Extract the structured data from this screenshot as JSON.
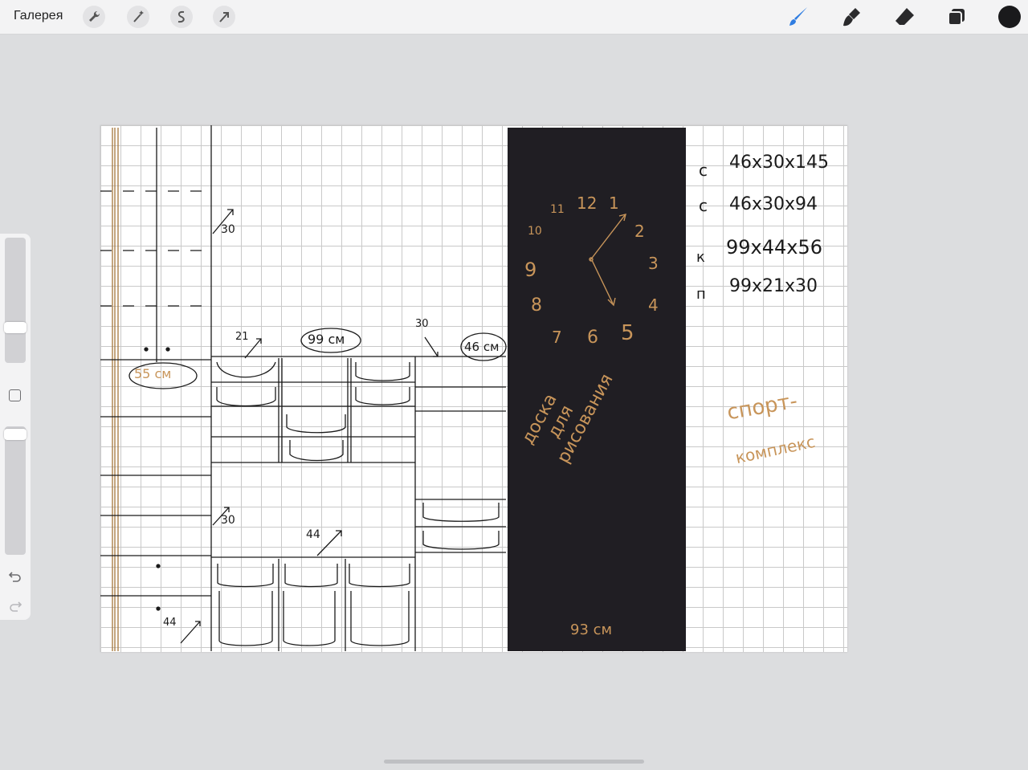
{
  "toolbar": {
    "gallery_label": "Галерея",
    "left_tools": [
      "wrench-icon",
      "magic-wand-icon",
      "selection-icon",
      "transform-arrow-icon"
    ],
    "right_tools": [
      "brush-icon",
      "smudge-icon",
      "eraser-icon",
      "layers-icon"
    ],
    "current_color": "#1a1a1c",
    "accent": "#2f7de1"
  },
  "sidebar": {
    "brush_size_level": 0.72,
    "opacity_level": 0.97
  },
  "sketch": {
    "dim_55": "55 см",
    "dim_99": "99 см",
    "dim_46": "46 см",
    "dim_21": "21",
    "dim_30_top": "30",
    "dim_30_mid": "30",
    "dim_30_right": "30",
    "dim_44_mid": "44",
    "dim_44_bottom": "44",
    "board_label_1": "доска",
    "board_label_2": "для",
    "board_label_3": "рисования",
    "board_width": "93 см",
    "clock_numbers": [
      "12",
      "1",
      "2",
      "3",
      "4",
      "5",
      "6",
      "7",
      "8",
      "9",
      "10",
      "11"
    ],
    "spec_1_letter": "с",
    "spec_1": "46х30х145",
    "spec_2_letter": "с",
    "spec_2": "46х30х94",
    "spec_3_letter": "к",
    "spec_3": "99х44х56",
    "spec_4_letter": "п",
    "spec_4": "99х21х30",
    "sport_1": "спорт-",
    "sport_2": "комплекс"
  }
}
